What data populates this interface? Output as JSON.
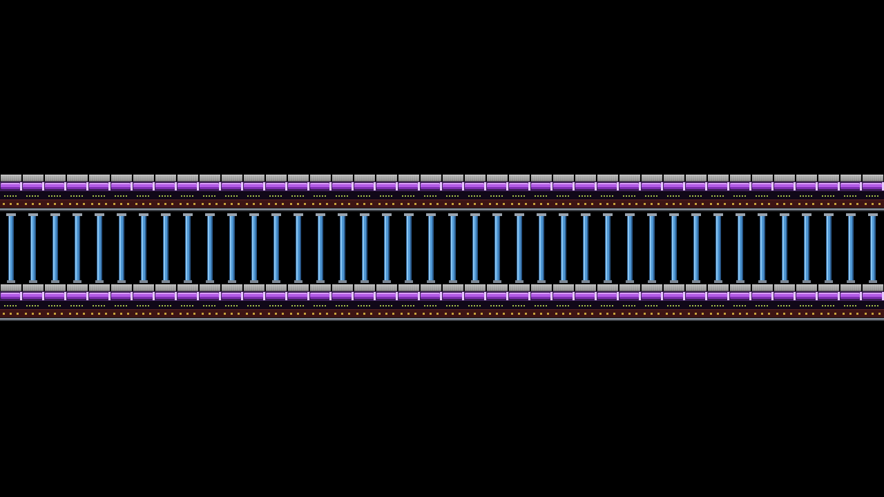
{
  "scene": {
    "background_color": "#000000",
    "tile_columns": 40,
    "colors": {
      "cap_stone": "#a0a0a0",
      "pipe": "#b25be6",
      "pipe_highlight": "#d99cf7",
      "panel": "#100818",
      "panel_lights": "#a7c24a",
      "brick": "#3d1414",
      "stud": "#c8a23a",
      "ledge": "#8f9aa6",
      "column": "#4e97d4",
      "column_highlight": "#8cc6f2"
    },
    "layers": [
      {
        "name": "upper-wall-band",
        "icon": "pipe-wall-tile"
      },
      {
        "name": "column-row",
        "icon": "pillar-tile"
      },
      {
        "name": "lower-wall-band",
        "icon": "pipe-wall-tile"
      }
    ]
  }
}
